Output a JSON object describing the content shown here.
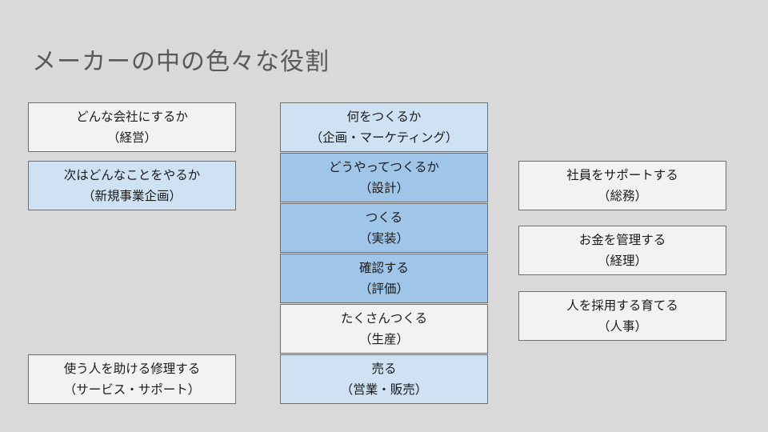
{
  "title": "メーカーの中の色々な役割",
  "left": [
    {
      "line1": "どんな会社にするか",
      "line2": "（経営）"
    },
    {
      "line1": "次はどんなことをやるか",
      "line2": "（新規事業企画）"
    },
    {
      "line1": "使う人を助ける修理する",
      "line2": "（サービス・サポート）"
    }
  ],
  "center": [
    {
      "line1": "何をつくるか",
      "line2": "（企画・マーケティング）"
    },
    {
      "line1": "どうやってつくるか",
      "line2": "（設計）"
    },
    {
      "line1": "つくる",
      "line2": "（実装）"
    },
    {
      "line1": "確認する",
      "line2": "（評価）"
    },
    {
      "line1": "たくさんつくる",
      "line2": "（生産）"
    },
    {
      "line1": "売る",
      "line2": "（営業・販売）"
    }
  ],
  "right": [
    {
      "line1": "社員をサポートする",
      "line2": "（総務）"
    },
    {
      "line1": "お金を管理する",
      "line2": "（経理）"
    },
    {
      "line1": "人を採用する育てる",
      "line2": "（人事）"
    }
  ],
  "colors": {
    "background": "#d9d9d9",
    "box_white": "#f2f2f2",
    "box_light_blue": "#cfe2f3",
    "box_blue": "#9fc5e8",
    "title_text": "#595959"
  }
}
